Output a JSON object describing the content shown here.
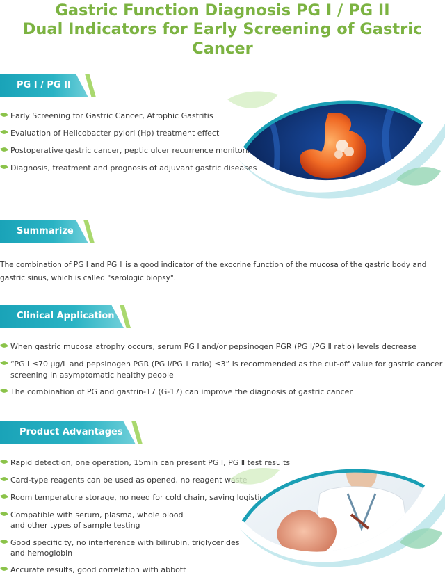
{
  "header": {
    "title_line1": "Gastric Function Diagnosis PG I / PG II",
    "title_line2": "Dual Indicators for Early Screening of Gastric Cancer"
  },
  "sections": {
    "pg": {
      "heading": "PG I / PG II",
      "items": [
        "Early Screening for Gastric Cancer, Atrophic Gastritis",
        "Evaluation of Helicobacter pylori (Hp) treatment effect",
        "Postoperative gastric cancer, peptic ulcer recurrence monitoring",
        "Diagnosis, treatment and prognosis of adjuvant gastric diseases"
      ]
    },
    "summarize": {
      "heading": "Summarize",
      "text": "The combination of PG Ⅰ and PG Ⅱ is a good indicator of the exocrine function of the mucosa of the gastric body and gastric sinus, which is called \"serologic biopsy\"."
    },
    "clinical": {
      "heading": "Clinical Application",
      "items": [
        "When gastric mucosa atrophy occurs, serum PG Ⅰ and/or pepsinogen PGR (PG Ⅰ/PG Ⅱ ratio) levels decrease",
        "“PG Ⅰ ≤70 μg/L and pepsinogen PGR (PG Ⅰ/PG Ⅱ ratio) ≤3” is recommended as the cut-off value for gastric cancer",
        "screening in asymptomatic healthy people",
        "The combination of PG and gastrin-17 (G-17) can improve the diagnosis of gastric cancer"
      ]
    },
    "advantages": {
      "heading": "Product Advantages",
      "items": [
        "Rapid detection, one operation, 15min can present PG Ⅰ, PG Ⅱ test results",
        "Card-type reagents can be used as opened, no reagent waste",
        "Room temperature storage, no need for cold chain, saving logistics costs",
        "Compatible with serum, plasma, whole blood",
        "and other types of sample testing",
        "Good specificity, no interference with bilirubin, triglycerides",
        "and hemoglobin",
        "Accurate results, good correlation with abbott"
      ]
    }
  },
  "colors": {
    "title_green": "#7cb342",
    "banner_teal": "#1aa3b8",
    "stripe_green": "#a9d86e",
    "leaf_green": "#8bc34a"
  },
  "icons": {
    "bullet": "leaf-bullet-icon",
    "art1": "stomach-anatomy-illustration",
    "art2": "doctor-holding-stomach-illustration"
  }
}
